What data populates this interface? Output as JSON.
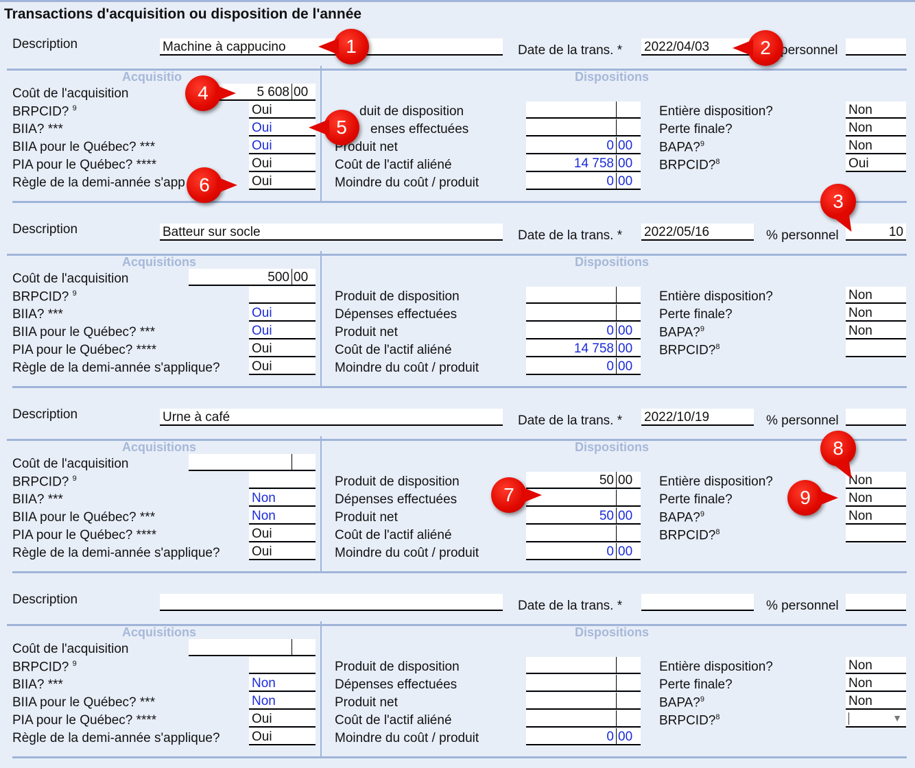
{
  "title": "Transactions d'acquisition ou disposition de l'année",
  "labels": {
    "description": "Description",
    "date": "Date de la trans. *",
    "personnel": "% personnel",
    "personnel_partial": "personnel",
    "acq_head": "Acquisitions",
    "acq_head_partial": "Acquisitio",
    "disp_head": "Dispositions",
    "cout_acq": "Coût de l'acquisition",
    "brpcid": "BRPCID?",
    "brpcid_sup": "9",
    "biia": "BIIA? ***",
    "biia_qc": "BIIA pour le Québec? ***",
    "pia_qc": "PIA pour le Québec? ****",
    "demi": "Règle de la demi-année s'applique?",
    "demi_partial": "Règle de la demi-année s'app",
    "produit_disp": "Produit de disposition",
    "produit_disp_partial": "duit de disposition",
    "depenses": "Dépenses effectuées",
    "depenses_partial": "enses effectuées",
    "produit_net": "Produit net",
    "cout_actif": "Coût de l'actif aliéné",
    "moindre": "Moindre du coût / produit",
    "entiere": "Entière disposition?",
    "perte": "Perte finale?",
    "bapa": "BAPA?",
    "bapa_sup": "9",
    "brpcid_d": "BRPCID?",
    "brpcid_d_sup": "8"
  },
  "transactions": [
    {
      "description": "Machine à cappucino",
      "date": "2022/04/03",
      "personnel": "",
      "cout_int": "5 608",
      "cout_cents": "00",
      "brpcid": "Oui",
      "biia": "Oui",
      "biia_qc": "Oui",
      "pia_qc": "Oui",
      "demi": "Oui",
      "produit_int": "",
      "produit_cents": "",
      "depenses_int": "",
      "depenses_cents": "",
      "net_int": "0",
      "net_cents": "00",
      "actif_int": "14 758",
      "actif_cents": "00",
      "moindre_int": "0",
      "moindre_cents": "00",
      "entiere": "Non",
      "perte": "Non",
      "bapa": "Non",
      "brpcid_d": "Oui"
    },
    {
      "description": "Batteur sur socle",
      "date": "2022/05/16",
      "personnel": "10",
      "cout_int": "500",
      "cout_cents": "00",
      "brpcid": "",
      "biia": "Oui",
      "biia_qc": "Oui",
      "pia_qc": "Oui",
      "demi": "Oui",
      "produit_int": "",
      "produit_cents": "",
      "depenses_int": "",
      "depenses_cents": "",
      "net_int": "0",
      "net_cents": "00",
      "actif_int": "14 758",
      "actif_cents": "00",
      "moindre_int": "0",
      "moindre_cents": "00",
      "entiere": "Non",
      "perte": "Non",
      "bapa": "Non",
      "brpcid_d": ""
    },
    {
      "description": "Urne à café",
      "date": "2022/10/19",
      "personnel": "",
      "cout_int": "",
      "cout_cents": "",
      "brpcid": "",
      "biia": "Non",
      "biia_qc": "Non",
      "pia_qc": "Oui",
      "demi": "Oui",
      "produit_int": "50",
      "produit_cents": "00",
      "depenses_int": "",
      "depenses_cents": "",
      "net_int": "50",
      "net_cents": "00",
      "actif_int": "",
      "actif_cents": "",
      "moindre_int": "0",
      "moindre_cents": "00",
      "entiere": "Non",
      "perte": "Non",
      "bapa": "Non",
      "brpcid_d": ""
    },
    {
      "description": "",
      "date": "",
      "personnel": "",
      "cout_int": "",
      "cout_cents": "",
      "brpcid": "",
      "biia": "Non",
      "biia_qc": "Non",
      "pia_qc": "Oui",
      "demi": "Oui",
      "produit_int": "",
      "produit_cents": "",
      "depenses_int": "",
      "depenses_cents": "",
      "net_int": "",
      "net_cents": "",
      "actif_int": "",
      "actif_cents": "",
      "moindre_int": "0",
      "moindre_cents": "00",
      "entiere": "Non",
      "perte": "Non",
      "bapa": "Non",
      "brpcid_d": ""
    }
  ],
  "callouts": [
    "1",
    "2",
    "3",
    "4",
    "5",
    "6",
    "7",
    "8",
    "9"
  ],
  "colors": {
    "blue_value": "#1a2bd8",
    "separator": "#9fb4d8",
    "header": "#a6b8d8",
    "callout": "#e00800"
  }
}
